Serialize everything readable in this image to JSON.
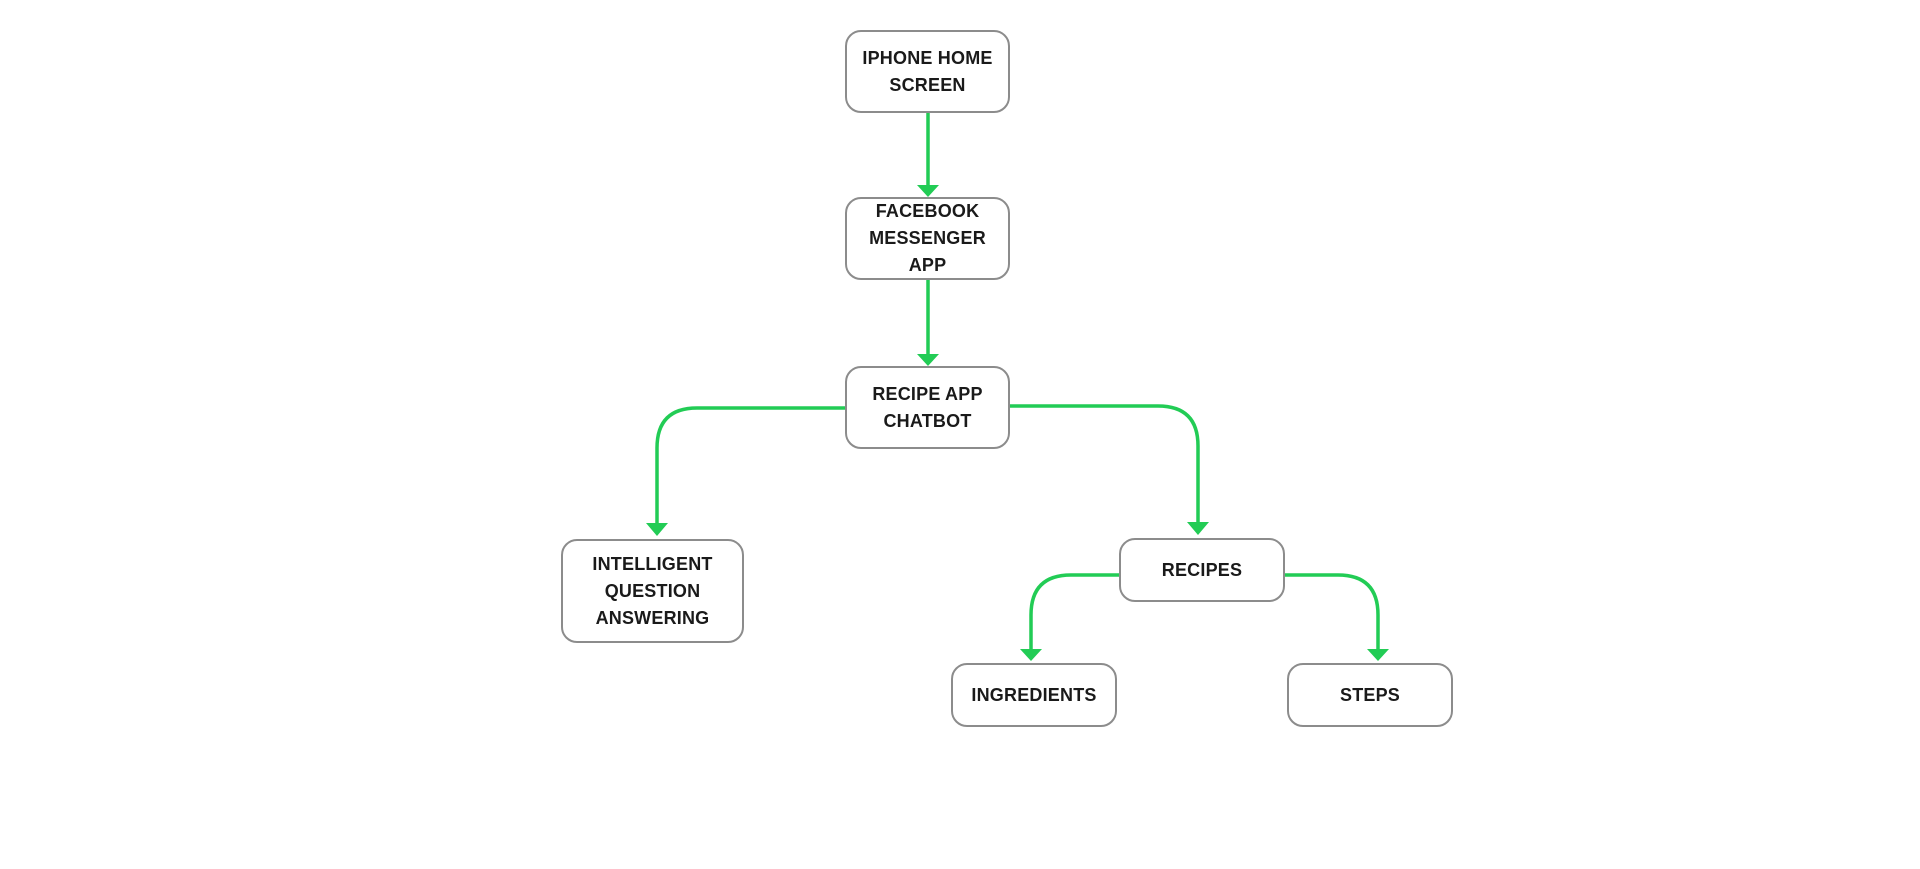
{
  "diagram": {
    "type": "flowchart",
    "colors": {
      "edge": "#22cc55",
      "node_border": "#8c8c8c",
      "node_text": "#1a1a1a",
      "background": "#ffffff"
    },
    "nodes": {
      "home": "IPHONE HOME\nSCREEN",
      "messenger": "FACEBOOK\nMESSENGER APP",
      "chatbot": "RECIPE APP\nCHATBOT",
      "iqa": "INTELLIGENT\nQUESTION\nANSWERING",
      "recipes": "RECIPES",
      "ingredients": "INGREDIENTS",
      "steps": "STEPS"
    },
    "edges": [
      {
        "from": "home",
        "to": "messenger"
      },
      {
        "from": "messenger",
        "to": "chatbot"
      },
      {
        "from": "chatbot",
        "to": "iqa"
      },
      {
        "from": "chatbot",
        "to": "recipes"
      },
      {
        "from": "recipes",
        "to": "ingredients"
      },
      {
        "from": "recipes",
        "to": "steps"
      }
    ]
  }
}
